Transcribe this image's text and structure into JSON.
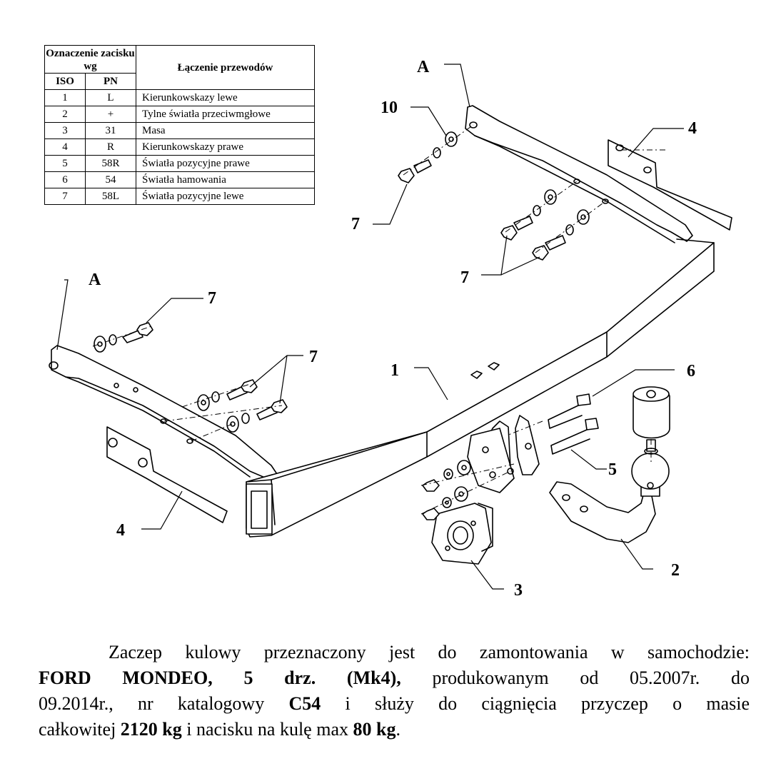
{
  "table": {
    "header_marking": "Oznaczenie zacisku wg",
    "header_wiring": "Łączenie przewodów",
    "header_iso": "ISO",
    "header_pn": "PN",
    "rows": [
      {
        "iso": "1",
        "pn": "L",
        "desc": "Kierunkowskazy lewe"
      },
      {
        "iso": "2",
        "pn": "+",
        "desc": "Tylne światła przeciwmgłowe"
      },
      {
        "iso": "3",
        "pn": "31",
        "desc": "Masa"
      },
      {
        "iso": "4",
        "pn": "R",
        "desc": "Kierunkowskazy prawe"
      },
      {
        "iso": "5",
        "pn": "58R",
        "desc": "Światła pozycyjne prawe"
      },
      {
        "iso": "6",
        "pn": "54",
        "desc": "Światła hamowania"
      },
      {
        "iso": "7",
        "pn": "58L",
        "desc": "Światła pozycyjne lewe"
      }
    ]
  },
  "callouts": {
    "a_top": "A",
    "a_left": "A",
    "n10": "10",
    "n4_top": "4",
    "n7_upper_left": "7",
    "n7_upper_right": "7",
    "n7_left_top": "7",
    "n7_left_mid": "7",
    "n1": "1",
    "n6": "6",
    "n5": "5",
    "n4_bottom": "4",
    "n2": "2",
    "n3": "3"
  },
  "description": {
    "l1": "Zaczep kulowy przeznaczony jest do zamontowania w samochodzie:",
    "l2_bold": "FORD MONDEO, 5 drz. (Mk4),",
    "l2_rest": " produkowanym od 05.2007r. do",
    "l3_a": "09.2014r., nr katalogowy ",
    "l3_bold": "C54",
    "l3_b": " i służy do ciągnięcia przyczep o masie",
    "l4_a": "całkowitej ",
    "l4_bold1": "2120 kg",
    "l4_b": " i nacisku na kulę max ",
    "l4_bold2": "80 kg",
    "l4_c": "."
  }
}
